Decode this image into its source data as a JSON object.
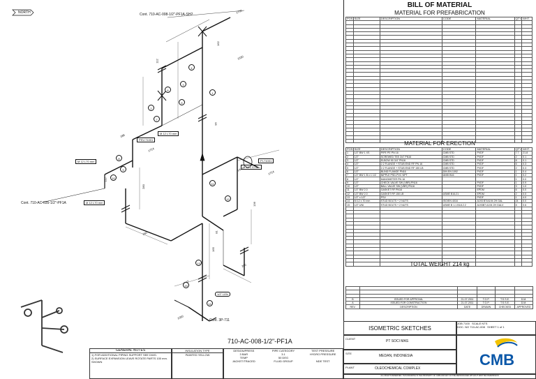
{
  "north": "NORTH",
  "drawing": {
    "title": "710-AC-008-1/2\"-PF1A",
    "conn_top": "Cont. 710-AC-008-1/2\"-PF1A-SH2",
    "conn_left": "Cont. 710-AC-035-1/2\"-PF1A",
    "conn_bottom": "Cont. 3P-711",
    "tags": [
      "M 12 L70 mm",
      "M 12 L70 mm",
      "M 12 L70 mm",
      "M 12 L70 mm",
      "PSV-71001",
      "PI-71001",
      "1/2\" LEN"
    ],
    "dims": [
      "1700",
      "162",
      "112",
      "1530",
      "96",
      "188",
      "1724",
      "112",
      "280",
      "150",
      "1441",
      "1724",
      "136",
      "81",
      "200",
      "165",
      "1167",
      "1050"
    ],
    "bubbles": [
      "1",
      "2",
      "3",
      "4",
      "5",
      "6",
      "7",
      "8",
      "9",
      "10",
      "11",
      "12",
      "13",
      "14",
      "15"
    ]
  },
  "bom": {
    "title": "BILL OF MATERIAL",
    "prefab_title": "MATERIAL FOR PREFABRICATION",
    "erection_title": "MATERIAL FOR ERECTION",
    "headers": [
      "POS.",
      "SIZE",
      "DESCRIPTION",
      "CODE",
      "MATERIAL",
      "QTY.",
      "WHT."
    ],
    "erection_rows": [
      [
        "1",
        "1/2\" BW 1 XS",
        "PIPE PE PN 16",
        "CMB STD",
        "PVDF",
        "7.7",
        "21.8"
      ],
      [
        "2",
        "1/2\"",
        "SCREWED TEE 3/4\" PN16",
        "CMB STD",
        "PVDF",
        "2",
        "0.1"
      ],
      [
        "3",
        "1/2\"",
        "ELBOW 90 3/4\" PN16",
        "CMB STD",
        "PVDF",
        "8",
        "0.1"
      ],
      [
        "4",
        "1/2\"",
        "2.2 FLANGE + STUB END RF PN 16",
        "CMB STD",
        "PVDF",
        "6",
        "0.3"
      ],
      [
        "5",
        "1/2\"",
        "2.2 FLANGE + STUB END RF 150 LB",
        "CMB STD",
        "PVDF",
        "2",
        "0.3"
      ],
      [
        "6",
        "1/2\"",
        "BLIND FLANGE PN16",
        "DIN EN 1092",
        "PVDF",
        "1",
        "0.4"
      ],
      [
        "7",
        "1/2\" BW 1 B x 1 1/2",
        "NIPPLE PSD-PVC NPT",
        "ANSI B16",
        "PVDF",
        "1",
        "0.2"
      ],
      [
        "8",
        "1/2\"",
        "MANOMETER PN 16",
        "",
        "",
        "1",
        "0.0"
      ],
      [
        "9",
        "1/2\"",
        "CHECK VALVE SW (VBR) PN16",
        "",
        "PVDF",
        "1",
        "0.9"
      ],
      [
        "10",
        "1/2\"",
        "BALL VALVE SW (VBR) PN16",
        "",
        "PVDF",
        "3",
        "1.0"
      ],
      [
        "11",
        "1/2\" BW 2.0",
        "GASKET RF PN16",
        "",
        "EPDM",
        "6",
        "0.0"
      ],
      [
        "12",
        "1/2\" BW 2.0",
        "GASKET RF 150 LB",
        "ASME B16.21",
        "EPDM",
        "2",
        "0.0"
      ],
      [
        "13",
        "1/2\" x 1/2\"",
        "PSV",
        "",
        "PVDF",
        "1",
        "4.0"
      ],
      [
        "14",
        "M 12 x 70 mm",
        "STUD BOLTS + 2 NUTS",
        "ISO/EN 4016",
        "A193 B7/A194 2H GAL",
        "24",
        "0.0"
      ],
      [
        "15",
        "1/2\" UNI",
        "STUD BOLTS + 2 NUTS",
        "ASME B 1.1 B18.2.2",
        "A193B7 A194 2H GALV",
        "8",
        "0.6"
      ]
    ],
    "total_weight": "TOTAL WEIGHT 214 kg"
  },
  "revisions": {
    "rows": [
      [
        "B",
        "ISSUED FOR APPROVAL",
        "21-07-2011",
        "T.G.P.",
        "T.S.S.E.",
        "D.M."
      ],
      [
        "A",
        "ISSUED FOR CONSTRUCTION",
        "21-07-2011",
        "T.G.P.",
        "T.S.S.E.",
        "D.M."
      ]
    ],
    "header": [
      "REV.",
      "DESCRIPTION",
      "DATE",
      "DRAWN",
      "CHECKED",
      "APPROVED"
    ]
  },
  "title_block": {
    "doc_type": "ISOMETRIC SKETCHES",
    "job_label": "JOB",
    "job_no": "7100",
    "scale_label": "SCALE",
    "scale_val": "NTS",
    "doc_label": "DOC. NO",
    "doc_no": "710-AC-008",
    "sheet_label": "SHEET",
    "sheet_val": "1 of 1",
    "client_label": "CLIENT",
    "client": "PT SOCI MAS",
    "site_label": "SITE",
    "site": "MEDAN, INDONESIA",
    "plant_label": "PLANT",
    "plant": "OLEOCHEMICAL COMPLEX",
    "logo": "CMB",
    "general_notes_title": "GENERAL NOTES",
    "notes": [
      "1) FOR ADDITIONAL PIPING SUPPORT SEE DWG.",
      "2) SURFACE EXPANSION LEAVE ROTATE PARTS 100 mm. SHOWN"
    ],
    "insulation_label": "INSULATION TYPE",
    "insulation_val": "PAINTED YELLOW",
    "design_label": "DESIGN/PRESS",
    "design_val": "3 BAR",
    "pipe_cat_label": "PIPE CATEGORY",
    "pipe_cat_val": "3.1",
    "test_label": "TEST PRESSURE",
    "test_val": "HYDRO PRESSURE",
    "temp_label": "TEMP",
    "temp_val": "50 DEG",
    "jacket_label": "JACKET/TRACED",
    "jacket_val": "",
    "fluid_label": "FLUID GROUP",
    "fluid_val": "",
    "nde_label": "NDE TEST",
    "nde_val": "",
    "footer": "ALL RIGHTS RESERVED. THIS DRAWING IS THE PROPERTY OF CMB AND MAY NOT BE REPRODUCED WITHOUT WRITTEN PERMISSION"
  }
}
